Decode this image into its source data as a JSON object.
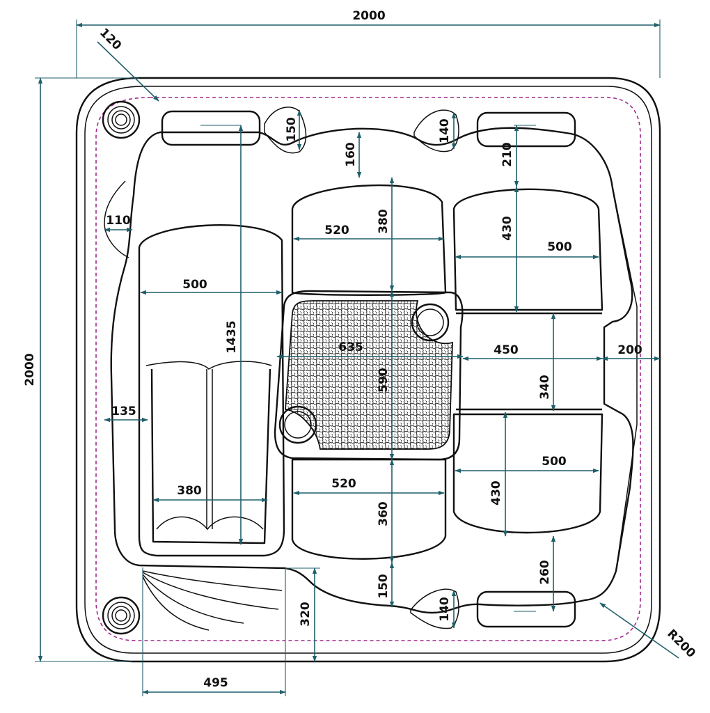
{
  "colors": {
    "outline": "#111111",
    "dimension_line": "#1f5f6b",
    "waterline_dashes": "#a02a8c",
    "background": "#ffffff"
  },
  "dimensions": {
    "overall_width": "2000",
    "overall_depth": "2000",
    "corner_offset": "120",
    "corner_radius": "R200",
    "lounger_width": "500",
    "lounger_length": "1435",
    "lounger_footwell_width": "380",
    "left_side_margin": "135",
    "left_step_depth": "110",
    "top_left_headrest_gap": "150",
    "top_right_headrest_gap": "140",
    "bottom_right_headrest_gap": "140",
    "center_top_seat_offset": "160",
    "center_top_seat_width": "520",
    "center_top_seat_depth": "380",
    "center_bottom_seat_width": "520",
    "center_bottom_seat_depth": "360",
    "center_bottom_seat_offset": "150",
    "right_top_seat_offset": "210",
    "right_top_seat_width": "500",
    "right_top_seat_depth": "430",
    "right_bottom_seat_width": "500",
    "right_bottom_seat_depth": "430",
    "right_bottom_seat_offset": "260",
    "footwell_width": "635",
    "footwell_depth": "590",
    "right_bench_width": "450",
    "right_bench_depth": "340",
    "right_step_depth": "200",
    "bottom_step_depth": "320",
    "bottom_step_width": "495"
  }
}
